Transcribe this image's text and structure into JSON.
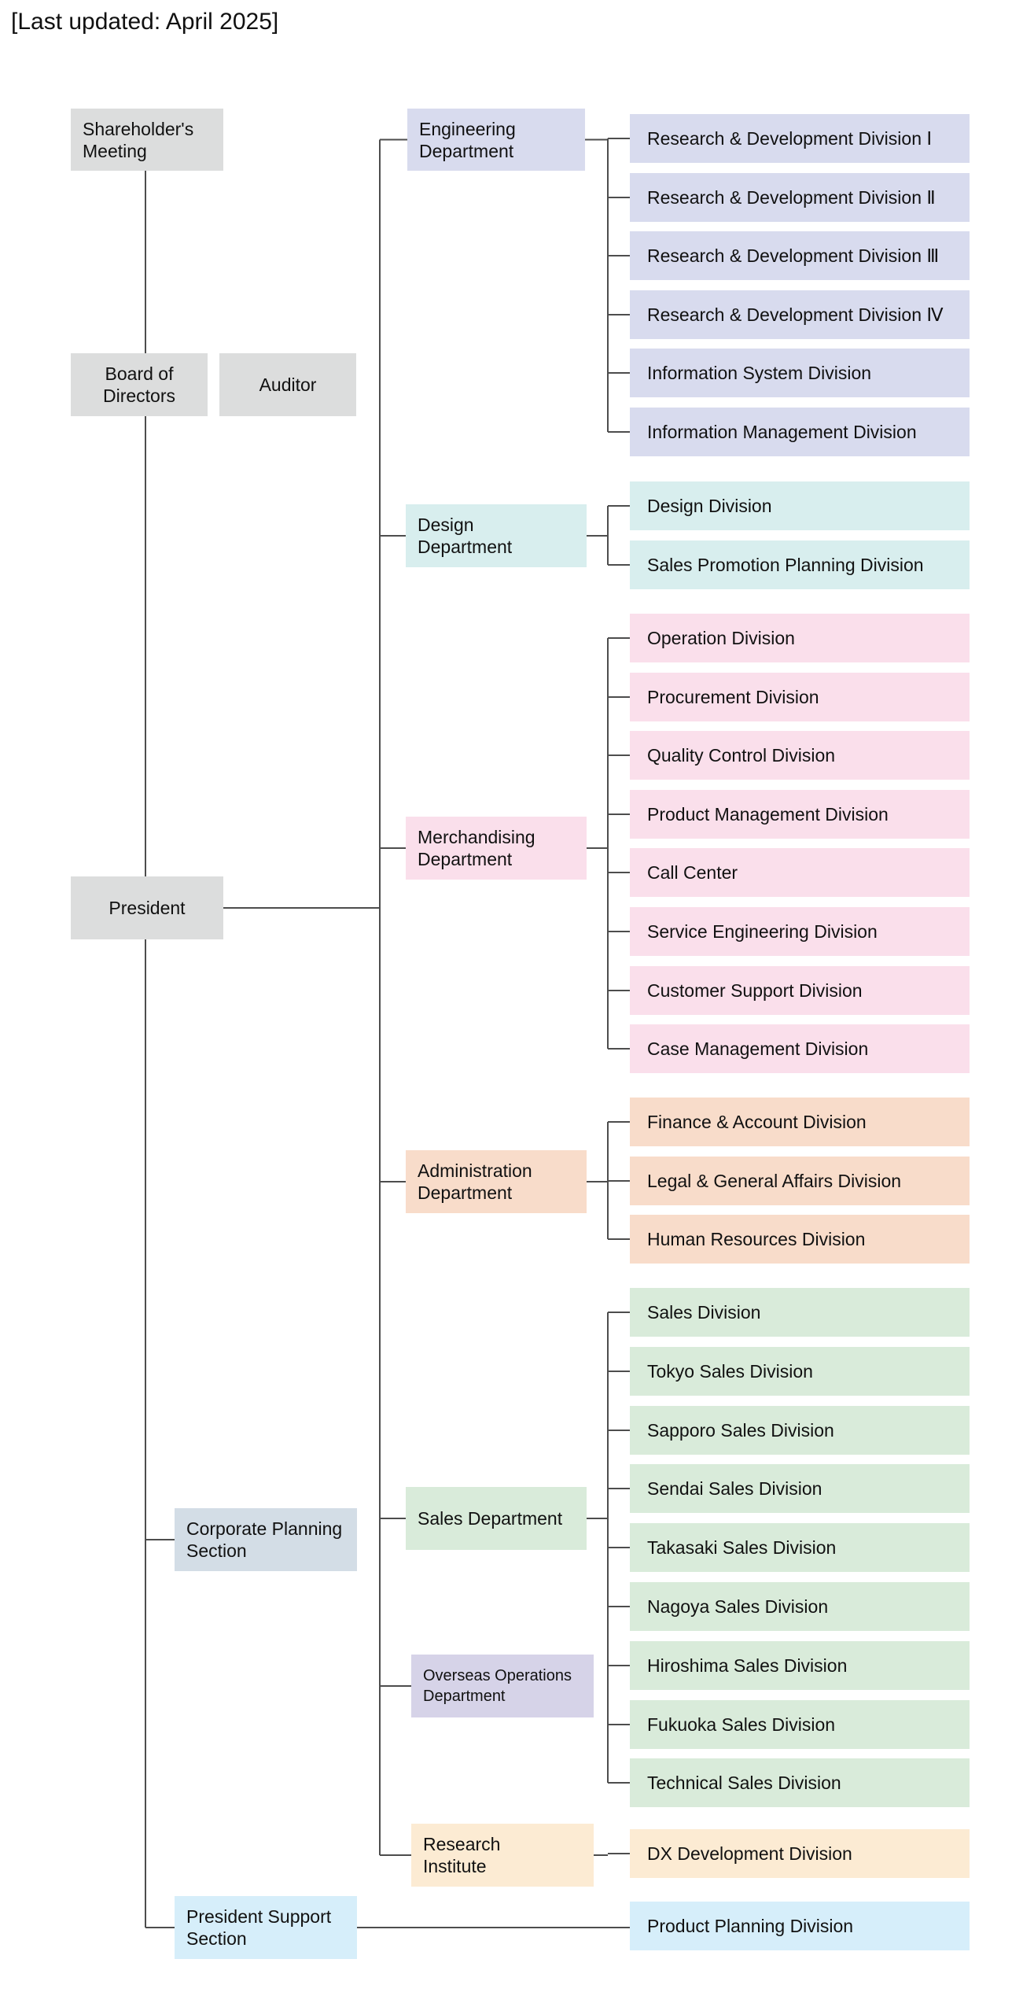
{
  "last_updated": "[Last updated: April 2025]",
  "colors": {
    "governance": "#dcdddd",
    "engineering": "#d8dbee",
    "design": "#d8eeee",
    "merchandising": "#fadfeb",
    "administration": "#f8dcca",
    "sales": "#d9ebda",
    "overseas": "#d6d3e8",
    "research": "#fcebd3",
    "corporate_planning": "#d3dde6",
    "president_support": "#d6eefa",
    "line": "#4d4d4d"
  },
  "executive": {
    "shareholders_meeting": "Shareholder's\nMeeting",
    "board_of_directors": "Board of\nDirectors",
    "auditor": "Auditor",
    "president": "President",
    "corporate_planning": "Corporate Planning\nSection",
    "president_support": "President Support\nSection"
  },
  "departments": [
    {
      "name": "Engineering\nDepartment",
      "color": "engineering",
      "divisions": [
        "Research & Development Division Ⅰ",
        "Research & Development Division Ⅱ",
        "Research & Development Division Ⅲ",
        "Research & Development Division Ⅳ",
        "Information System Division",
        "Information Management Division"
      ]
    },
    {
      "name": "Design\nDepartment",
      "color": "design",
      "divisions": [
        "Design Division",
        "Sales Promotion Planning Division"
      ]
    },
    {
      "name": "Merchandising\nDepartment",
      "color": "merchandising",
      "divisions": [
        "Operation Division",
        "Procurement Division",
        "Quality Control Division",
        "Product Management Division",
        "Call Center",
        "Service Engineering Division",
        "Customer Support Division",
        "Case Management Division"
      ]
    },
    {
      "name": "Administration\nDepartment",
      "color": "administration",
      "divisions": [
        "Finance & Account Division",
        "Legal & General Affairs Division",
        "Human Resources Division"
      ]
    },
    {
      "name": "Sales Department",
      "color": "sales",
      "divisions": [
        "Sales Division",
        "Tokyo Sales Division",
        "Sapporo Sales Division",
        "Sendai Sales Division",
        "Takasaki Sales Division",
        "Nagoya Sales Division",
        "Hiroshima Sales Division",
        "Fukuoka Sales Division",
        "Technical Sales Division"
      ]
    },
    {
      "name": "Overseas Operations\nDepartment",
      "color": "overseas",
      "divisions": []
    },
    {
      "name": "Research\nInstitute",
      "color": "research",
      "divisions": [
        "DX Development Division"
      ]
    }
  ],
  "president_support_divisions": [
    "Product Planning Division"
  ]
}
